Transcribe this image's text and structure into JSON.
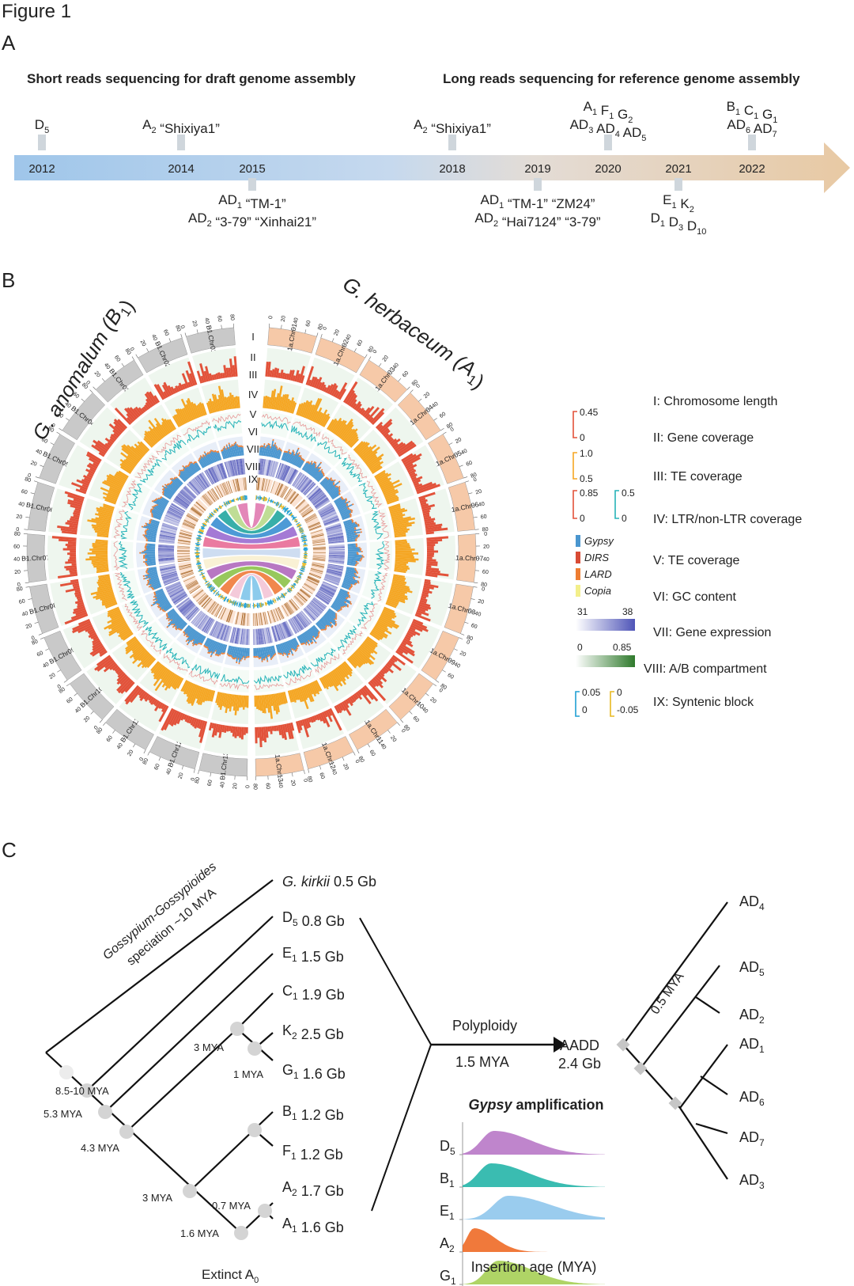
{
  "figure_title": "Figure 1",
  "panelA": {
    "label": "A",
    "heading_short": "Short reads sequencing for draft genome assembly",
    "heading_long": "Long reads sequencing for reference genome assembly",
    "years": [
      "2012",
      "2014",
      "2015",
      "2018",
      "2019",
      "2020",
      "2021",
      "2022"
    ],
    "above": [
      {
        "year": "2012",
        "lines": [
          [
            [
              "D",
              ""
            ],
            [
              "5",
              "sub"
            ]
          ]
        ]
      },
      {
        "year": "2014",
        "lines": [
          [
            [
              "A",
              ""
            ],
            [
              "2",
              "sub"
            ],
            [
              " “Shixiya1”",
              ""
            ]
          ]
        ]
      },
      {
        "year": "2018",
        "lines": [
          [
            [
              "A",
              ""
            ],
            [
              "2",
              "sub"
            ],
            [
              " “Shixiya1”",
              ""
            ]
          ]
        ]
      },
      {
        "year": "2020",
        "lines": [
          [
            [
              "A",
              ""
            ],
            [
              "1",
              "sub"
            ],
            [
              "  F",
              ""
            ],
            [
              "1",
              "sub"
            ],
            [
              "  G",
              ""
            ],
            [
              "2",
              "sub"
            ]
          ],
          [
            [
              "AD",
              ""
            ],
            [
              "3",
              "sub"
            ],
            [
              " AD",
              ""
            ],
            [
              "4",
              "sub"
            ],
            [
              "  AD",
              ""
            ],
            [
              "5",
              "sub"
            ]
          ]
        ]
      },
      {
        "year": "2022",
        "lines": [
          [
            [
              "B",
              ""
            ],
            [
              "1",
              "sub"
            ],
            [
              " C",
              ""
            ],
            [
              "1",
              "sub"
            ],
            [
              " G",
              ""
            ],
            [
              "1",
              "sub"
            ]
          ],
          [
            [
              "AD",
              ""
            ],
            [
              "6",
              "sub"
            ],
            [
              "  AD",
              ""
            ],
            [
              "7",
              "sub"
            ]
          ]
        ]
      }
    ],
    "below": [
      {
        "year": "2015",
        "lines": [
          [
            [
              "AD",
              ""
            ],
            [
              "1",
              "sub"
            ],
            [
              "  “TM-1”",
              ""
            ]
          ],
          [
            [
              "AD",
              ""
            ],
            [
              "2",
              "sub"
            ],
            [
              "  “3-79”   “Xinhai21”",
              ""
            ]
          ]
        ]
      },
      {
        "year": "2019",
        "lines": [
          [
            [
              "AD",
              ""
            ],
            [
              "1",
              "sub"
            ],
            [
              "  “TM-1”  “ZM24”",
              ""
            ]
          ],
          [
            [
              "AD",
              ""
            ],
            [
              "2",
              "sub"
            ],
            [
              "  “Hai7124”   “3-79”",
              ""
            ]
          ]
        ]
      },
      {
        "year": "2021",
        "lines": [
          [
            [
              "E",
              ""
            ],
            [
              "1",
              "sub"
            ],
            [
              "  K",
              ""
            ],
            [
              "2",
              "sub"
            ]
          ],
          [
            [
              "D",
              ""
            ],
            [
              "1",
              "sub"
            ],
            [
              "  D",
              ""
            ],
            [
              "3",
              "sub"
            ],
            [
              "  D",
              ""
            ],
            [
              "10",
              "sub"
            ]
          ]
        ]
      }
    ]
  },
  "panelB": {
    "label": "B",
    "genome_left": {
      "prefix": "G. anomalum (B",
      "sub": "1",
      "suffix": ")"
    },
    "genome_right": {
      "prefix": "G. herbaceum (A",
      "sub": "1",
      "suffix": ")"
    },
    "track_numerals": [
      "I",
      "II",
      "III",
      "IV",
      "V",
      "VI",
      "VII",
      "VIII",
      "IX"
    ],
    "chromosomes_left": [
      "B1.Chr01",
      "B1.Chr02",
      "B1.Chr03",
      "B1.Chr04",
      "B1.Chr05",
      "B1.Chr06",
      "B1.Chr07",
      "B1.Chr08",
      "B1.Chr09",
      "B1.Chr10",
      "B1.Chr11",
      "B1.Chr12",
      "B1.Chr13"
    ],
    "chromosomes_right": [
      "A1a.Chr01",
      "A1a.Chr02",
      "A1a.Chr03",
      "A1a.Chr04",
      "A1a.Chr05",
      "A1a.Chr06",
      "A1a.Chr07",
      "A1a.Chr08",
      "A1a.Chr09",
      "A1a.Chr10",
      "A1a.Chr11",
      "A1a.Chr12",
      "A1a.Chr13"
    ],
    "legend_tracks": [
      "I: Chromosome length",
      "II: Gene coverage",
      "III: TE coverage",
      "IV: LTR/non-LTR coverage",
      "V: TE coverage",
      "VI: GC content",
      "VII: Gene expression",
      "VIII: A/B compartment",
      "IX: Syntenic block"
    ],
    "scale_gene": [
      "0.45",
      "0"
    ],
    "scale_te": [
      "1.0",
      "0.5"
    ],
    "scale_ltr_red": [
      "0.85",
      "0"
    ],
    "scale_ltr_teal": [
      "0.5",
      "0"
    ],
    "te_types": [
      {
        "name": "Gypsy",
        "color": "#4a96cf"
      },
      {
        "name": "DIRS",
        "color": "#d84b35"
      },
      {
        "name": "LARD",
        "color": "#ee7d32"
      },
      {
        "name": "Copia",
        "color": "#f3ef8a"
      }
    ],
    "gc_range": [
      "31",
      "38"
    ],
    "expr_range": [
      "0",
      "0.85"
    ],
    "ab_blue": [
      "0.05",
      "0"
    ],
    "ab_yellow": [
      "0",
      "-0.05"
    ],
    "colors": {
      "gene": "#e2523a",
      "te": "#f5a623",
      "ltr": "#26b3b8",
      "gc": "#4f55b8",
      "expr": "#a35f1c",
      "compartment_blue": "#1f9fd4",
      "compartment_yellow": "#e8b820",
      "chrom_left": "#c9c9c9",
      "chrom_right": "#f6c9a8"
    }
  },
  "panelC": {
    "label": "C",
    "speciation_line1": "Gossypium-Gossypioides",
    "speciation_line2": "speciation ~10 MYA",
    "tips": [
      {
        "id": "kirkii",
        "parts": [
          [
            "G. kirkii",
            "ital"
          ],
          [
            "  0.5 Gb",
            ""
          ]
        ]
      },
      {
        "id": "D5",
        "parts": [
          [
            "D",
            ""
          ],
          [
            "5",
            "sub"
          ],
          [
            " 0.8 Gb",
            ""
          ]
        ]
      },
      {
        "id": "E1",
        "parts": [
          [
            "E",
            ""
          ],
          [
            "1",
            "sub"
          ],
          [
            " 1.5 Gb",
            ""
          ]
        ]
      },
      {
        "id": "C1",
        "parts": [
          [
            "C",
            ""
          ],
          [
            "1",
            "sub"
          ],
          [
            " 1.9 Gb",
            ""
          ]
        ]
      },
      {
        "id": "K2",
        "parts": [
          [
            "K",
            ""
          ],
          [
            "2",
            "sub"
          ],
          [
            " 2.5 Gb",
            ""
          ]
        ]
      },
      {
        "id": "G1",
        "parts": [
          [
            "G",
            ""
          ],
          [
            "1",
            "sub"
          ],
          [
            " 1.6 Gb",
            ""
          ]
        ]
      },
      {
        "id": "B1",
        "parts": [
          [
            "B",
            ""
          ],
          [
            "1",
            "sub"
          ],
          [
            " 1.2 Gb",
            ""
          ]
        ]
      },
      {
        "id": "F1",
        "parts": [
          [
            "F",
            ""
          ],
          [
            "1",
            "sub"
          ],
          [
            " 1.2 Gb",
            ""
          ]
        ]
      },
      {
        "id": "A2",
        "parts": [
          [
            "A",
            ""
          ],
          [
            "2",
            "sub"
          ],
          [
            " 1.7 Gb",
            ""
          ]
        ]
      },
      {
        "id": "A1",
        "parts": [
          [
            "A",
            ""
          ],
          [
            "1",
            "sub"
          ],
          [
            " 1.6 Gb",
            ""
          ]
        ]
      }
    ],
    "node_ages": [
      "8.5-10 MYA",
      "5.3 MYA",
      "4.3 MYA",
      "3 MYA",
      "3 MYA",
      "1 MYA",
      "0.7 MYA",
      "1.6 MYA"
    ],
    "extinct": {
      "parts": [
        [
          "Extinct A",
          ""
        ],
        [
          "0",
          "sub"
        ]
      ]
    },
    "polyploidy": "Polyploidy",
    "polyploidy_age": "1.5 MYA",
    "aadd": "AADD",
    "aadd_size": "2.4 Gb",
    "allo_age": "0.5 MYA",
    "allo_tips": [
      {
        "parts": [
          [
            "AD",
            ""
          ],
          [
            "4",
            "sub"
          ]
        ]
      },
      {
        "parts": [
          [
            "AD",
            ""
          ],
          [
            "5",
            "sub"
          ]
        ]
      },
      {
        "parts": [
          [
            "AD",
            ""
          ],
          [
            "2",
            "sub"
          ]
        ]
      },
      {
        "parts": [
          [
            "AD",
            ""
          ],
          [
            "1",
            "sub"
          ]
        ]
      },
      {
        "parts": [
          [
            "AD",
            ""
          ],
          [
            "6",
            "sub"
          ]
        ]
      },
      {
        "parts": [
          [
            "AD",
            ""
          ],
          [
            "7",
            "sub"
          ]
        ]
      },
      {
        "parts": [
          [
            "AD",
            ""
          ],
          [
            "3",
            "sub"
          ]
        ]
      }
    ],
    "gypsy_title_italic": "Gypsy",
    "gypsy_title_rest": " amplification",
    "ridge_xlabel": "Insertion age (MYA)",
    "ridge_ticks": [
      "0",
      "5",
      "10"
    ],
    "ridge_xrange": [
      0,
      10
    ],
    "ridges": [
      {
        "name": "D5",
        "label": [
          [
            "D",
            ""
          ],
          [
            "5",
            "sub"
          ]
        ],
        "color": "#b878c7",
        "peak": 2.2,
        "width": 1.6
      },
      {
        "name": "B1",
        "label": [
          [
            "B",
            ""
          ],
          [
            "1",
            "sub"
          ]
        ],
        "color": "#25b5a8",
        "peak": 2.0,
        "width": 1.6
      },
      {
        "name": "E1",
        "label": [
          [
            "E",
            ""
          ],
          [
            "1",
            "sub"
          ]
        ],
        "color": "#8fc7ec",
        "peak": 3.2,
        "width": 1.9
      },
      {
        "name": "A2",
        "label": [
          [
            "A",
            ""
          ],
          [
            "2",
            "sub"
          ]
        ],
        "color": "#ee6a26",
        "peak": 0.8,
        "width": 0.9
      },
      {
        "name": "G1",
        "label": [
          [
            "G",
            ""
          ],
          [
            "1",
            "sub"
          ]
        ],
        "color": "#a6cf55",
        "peak": 2.5,
        "width": 1.5
      }
    ]
  }
}
